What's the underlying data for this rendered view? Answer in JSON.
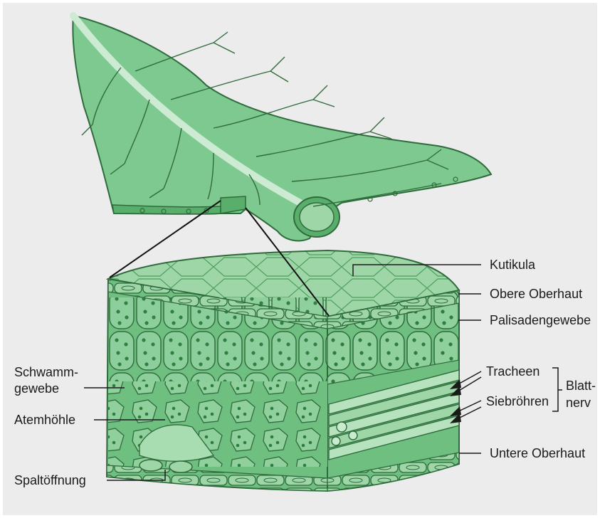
{
  "labels": {
    "kutikula": "Kutikula",
    "obere_oberhaut": "Obere Oberhaut",
    "palisadengewebe": "Palisadengewebe",
    "schwamm_line1": "Schwamm-",
    "schwamm_line2": "gewebe",
    "tracheen": "Tracheen",
    "siebroehren": "Siebröhren",
    "blatt_line1": "Blatt-",
    "blatt_line2": "nerv",
    "atemhoehle": "Atemhöhle",
    "spaltoeffnung": "Spaltöffnung",
    "untere_oberhaut": "Untere Oberhaut"
  },
  "colors": {
    "background": "#ececec",
    "leaf_fill": "#7ec98f",
    "leaf_light": "#a8dcb1",
    "leaf_dark": "#4f9e5f",
    "outline": "#2f6b3c",
    "dots": "#2e7d3f"
  }
}
